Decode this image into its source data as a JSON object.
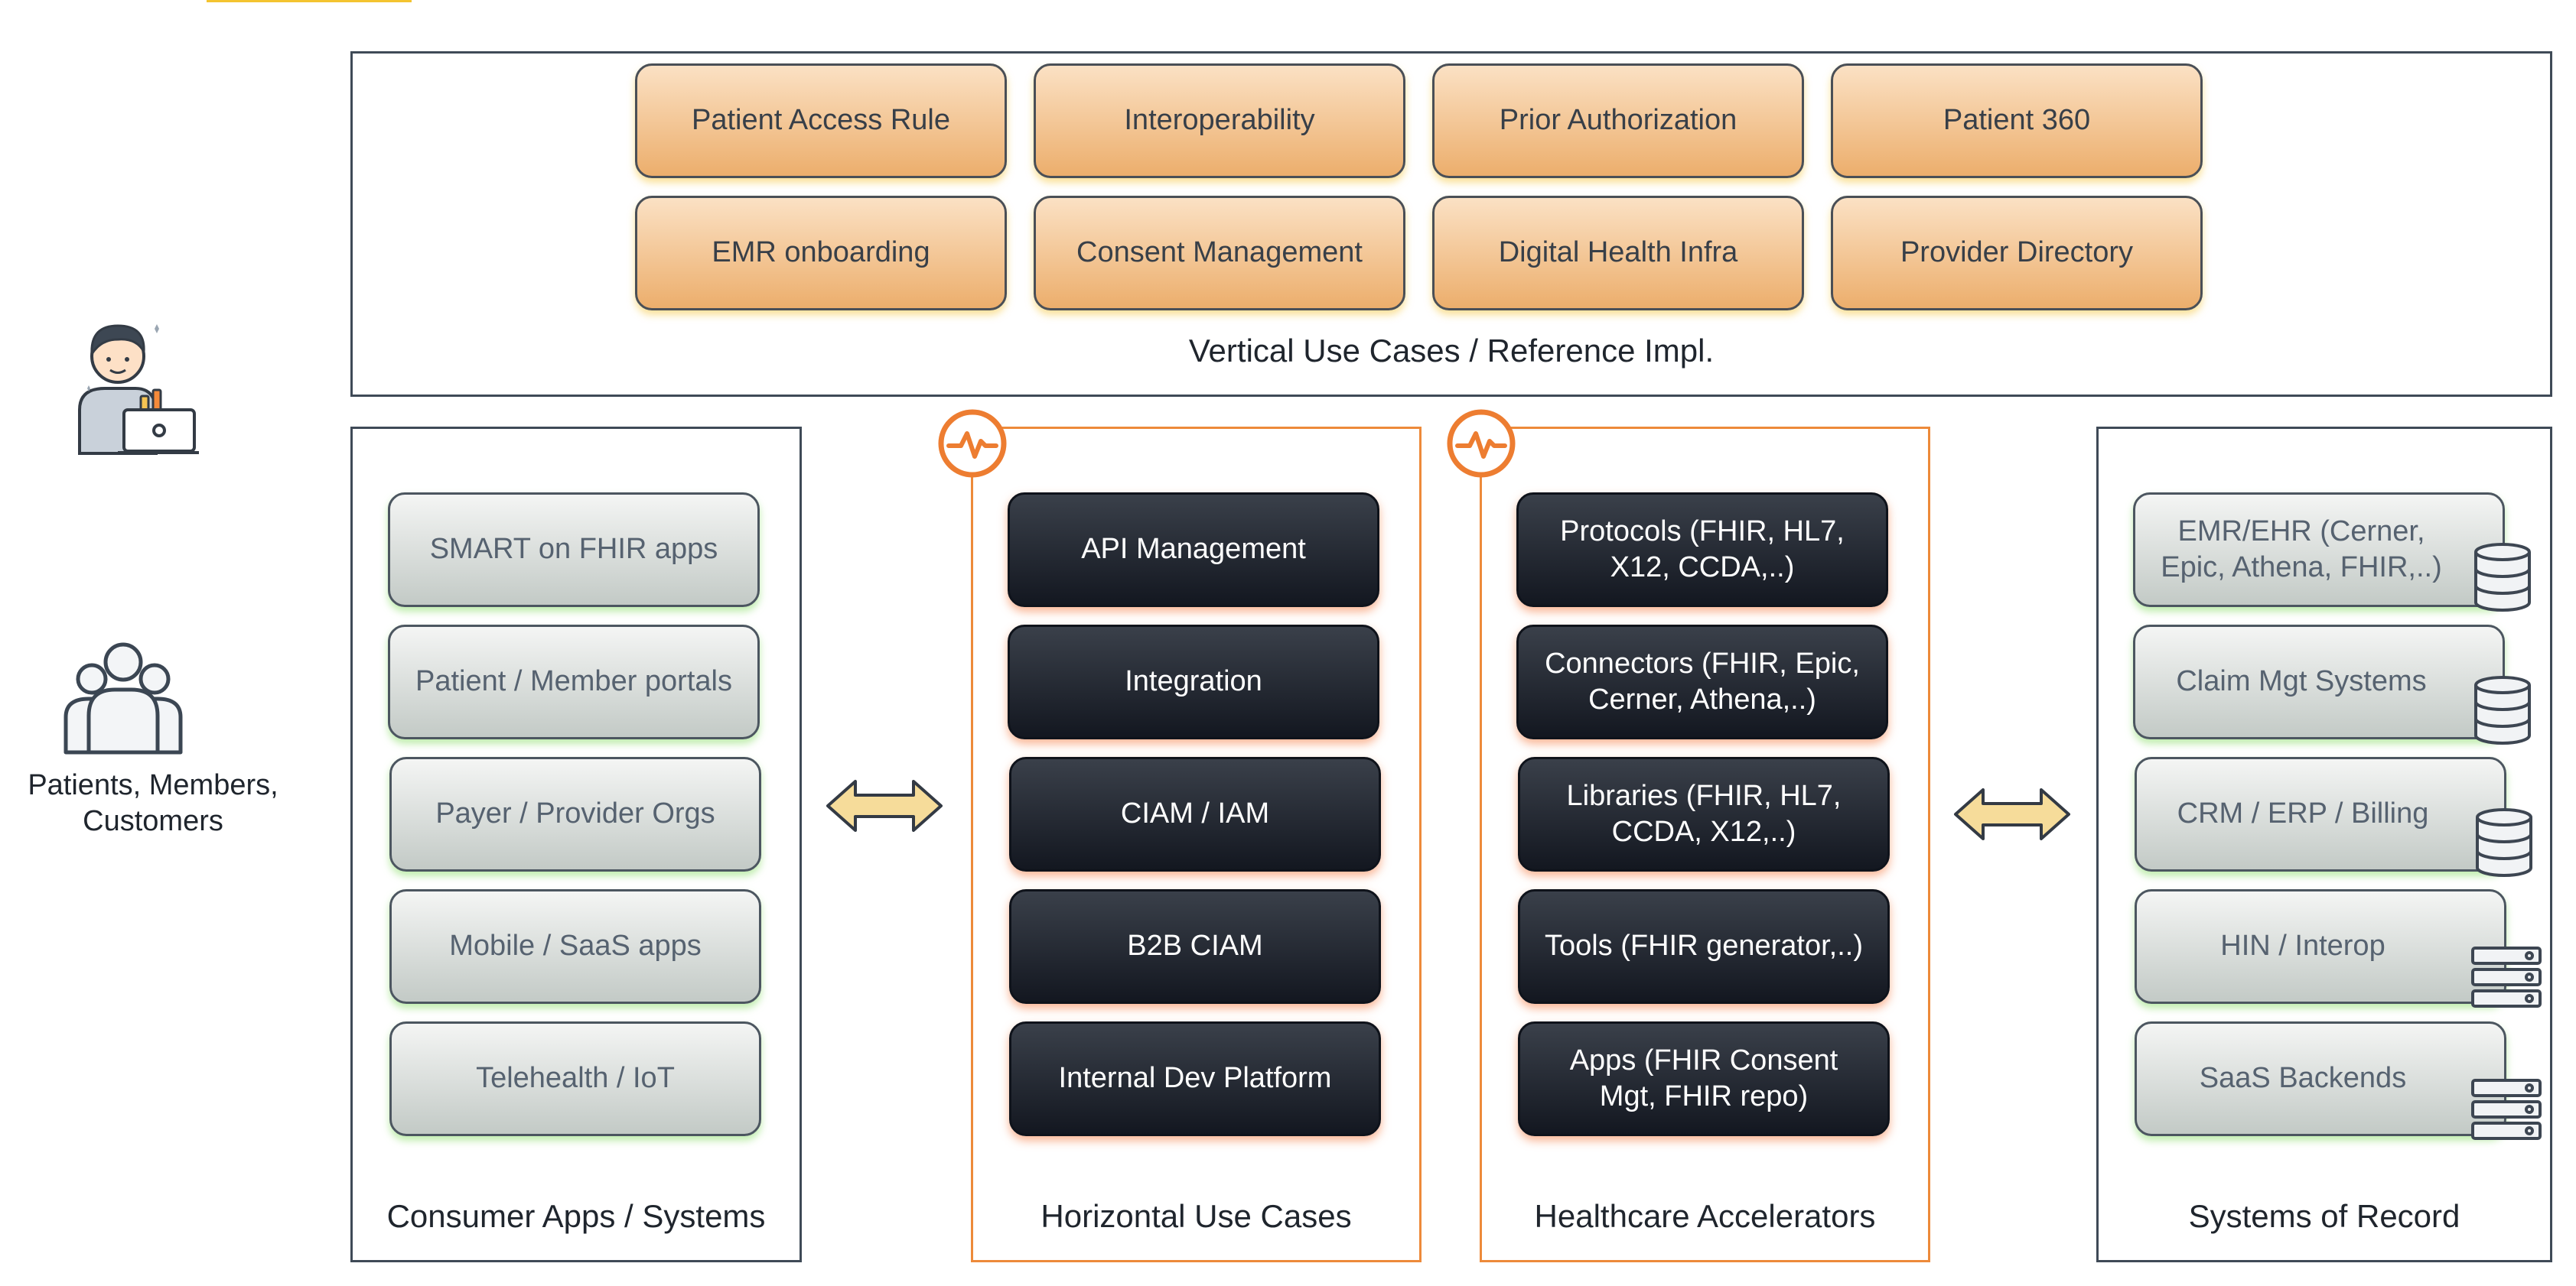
{
  "vertical": {
    "label": "Vertical Use Cases / Reference Impl.",
    "cards": [
      "Patient Access Rule",
      "Interoperability",
      "Prior Authorization",
      "Patient 360",
      "EMR onboarding",
      "Consent Management",
      "Digital Health Infra",
      "Provider Directory"
    ]
  },
  "consumer": {
    "label": "Consumer Apps / Systems",
    "cards": [
      "SMART on FHIR apps",
      "Patient / Member portals",
      "Payer / Provider Orgs",
      "Mobile / SaaS apps",
      "Telehealth / IoT"
    ]
  },
  "horizontal": {
    "label": "Horizontal Use Cases",
    "cards": [
      "API Management",
      "Integration",
      "CIAM / IAM",
      "B2B CIAM",
      "Internal Dev Platform"
    ]
  },
  "accelerators": {
    "label": "Healthcare Accelerators",
    "cards": [
      "Protocols (FHIR, HL7, X12, CCDA,..)",
      "Connectors (FHIR, Epic, Cerner, Athena,..)",
      "Libraries (FHIR, HL7, CCDA, X12,..)",
      "Tools (FHIR generator,..)",
      "Apps (FHIR Consent Mgt, FHIR repo)"
    ]
  },
  "systems": {
    "label": "Systems of Record",
    "cards": [
      {
        "text": "EMR/EHR (Cerner, Epic, Athena, FHIR,..)",
        "icon": "database-icon"
      },
      {
        "text": "Claim Mgt Systems",
        "icon": "database-icon"
      },
      {
        "text": "CRM / ERP / Billing",
        "icon": "database-icon"
      },
      {
        "text": "HIN / Interop",
        "icon": "server-rack-icon"
      },
      {
        "text": "SaaS Backends",
        "icon": "server-rack-icon"
      }
    ]
  },
  "people": {
    "label": "Patients, Members, Customers",
    "icon": "people-group-icon"
  },
  "developer": {
    "icon": "developer-laptop-icon"
  },
  "colors": {
    "orange_accent": "#ed8a3a",
    "frame": "#3f4a57",
    "arrow_fill": "#f6dc9a"
  }
}
